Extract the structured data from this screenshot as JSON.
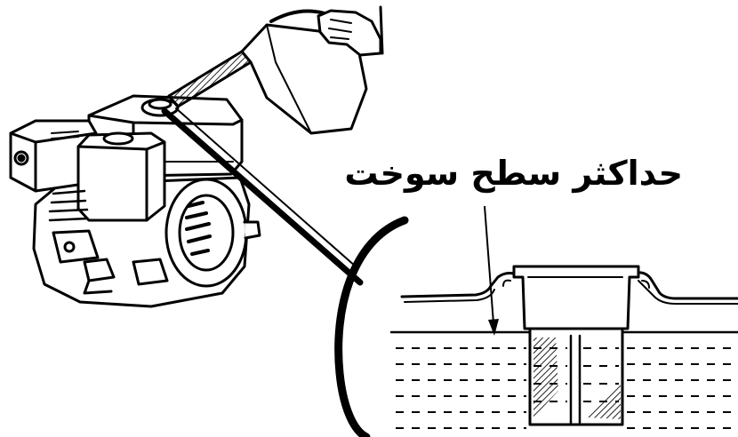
{
  "diagram": {
    "max_fuel_level_label": "حداکثر سطح سوخت",
    "parts": [
      {
        "name": "engine",
        "icon": "engine-icon"
      },
      {
        "name": "fuel-can",
        "icon": "fuel-can-icon"
      },
      {
        "name": "pouring-hand",
        "icon": "hand-icon"
      },
      {
        "name": "fuel-tank-filler-neck",
        "icon": "filler-neck-icon"
      },
      {
        "name": "fuel-strainer",
        "icon": "strainer-icon"
      }
    ],
    "colors": {
      "ink": "#000000",
      "background": "#ffffff",
      "hatch": "#555555"
    }
  }
}
